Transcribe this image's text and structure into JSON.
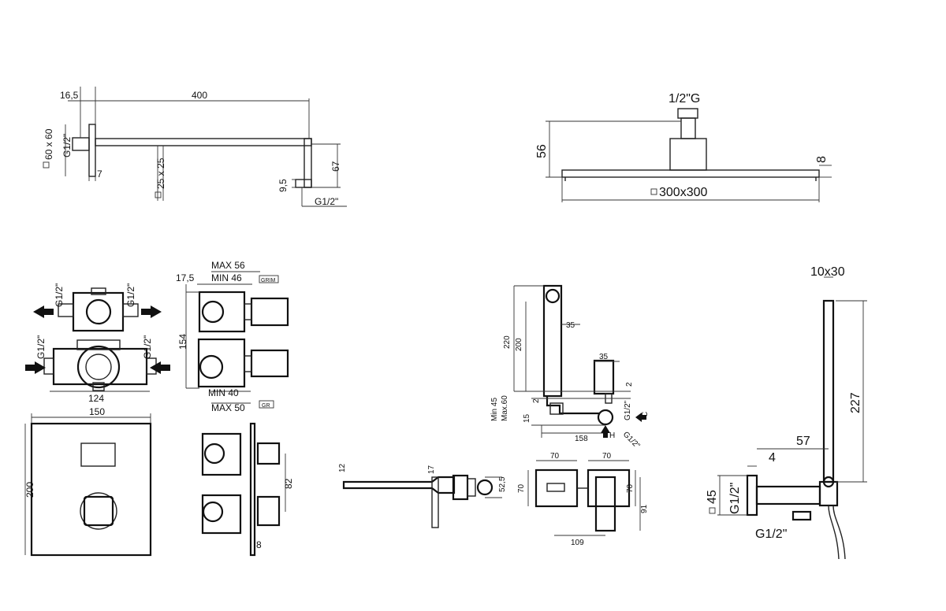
{
  "arm": {
    "d_16_5": "16,5",
    "d_400": "400",
    "d_60x60": "60 x 60",
    "d_g12_a": "G1/2\"",
    "d_7": "7",
    "d_25x25": "25 x 25",
    "d_9_5": "9,5",
    "d_67": "67",
    "d_g12_b": "G1/2\""
  },
  "head": {
    "d_g": "1/2\"G",
    "d_56": "56",
    "d_8": "8",
    "d_300": "300x300"
  },
  "valve_front": {
    "g_tl": "G1/2\"",
    "g_tr": "G1/2\"",
    "g_ml": "G1/2\"",
    "g_mr": "G1/2\"",
    "d_124": "124",
    "d_150": "150",
    "d_200": "200"
  },
  "valve_side": {
    "d_max56": "MAX 56",
    "d_min46": "MIN 46",
    "d_17_5": "17,5",
    "d_154": "154",
    "d_min40": "MIN 40",
    "d_max50": "MAX 50",
    "tag1": "GRIM",
    "tag2": "GR",
    "d_82": "82",
    "d_8": "8"
  },
  "spout": {
    "d_220": "220",
    "d_200": "200",
    "d_35a": "35",
    "d_35b": "35",
    "d_2a": "2",
    "d_2b": "2",
    "d_min45": "Min 45",
    "d_max60": "Max.60",
    "d_15": "15",
    "d_158": "158",
    "d_g12a": "G1/2\"",
    "d_g12b": "G1/2\"",
    "d_h": "H",
    "d_c": "C",
    "d_12": "12",
    "d_17": "17",
    "d_52_5": "52,5",
    "d_70a": "70",
    "d_70b": "70",
    "d_70c": "70",
    "d_70d": "70",
    "d_91": "91",
    "d_109": "109"
  },
  "hand": {
    "d_10x30": "10x30",
    "d_227": "227",
    "d_57": "57",
    "d_4": "4",
    "d_45": "45",
    "d_g12a": "G1/2\"",
    "d_g12b": "G1/2\""
  }
}
